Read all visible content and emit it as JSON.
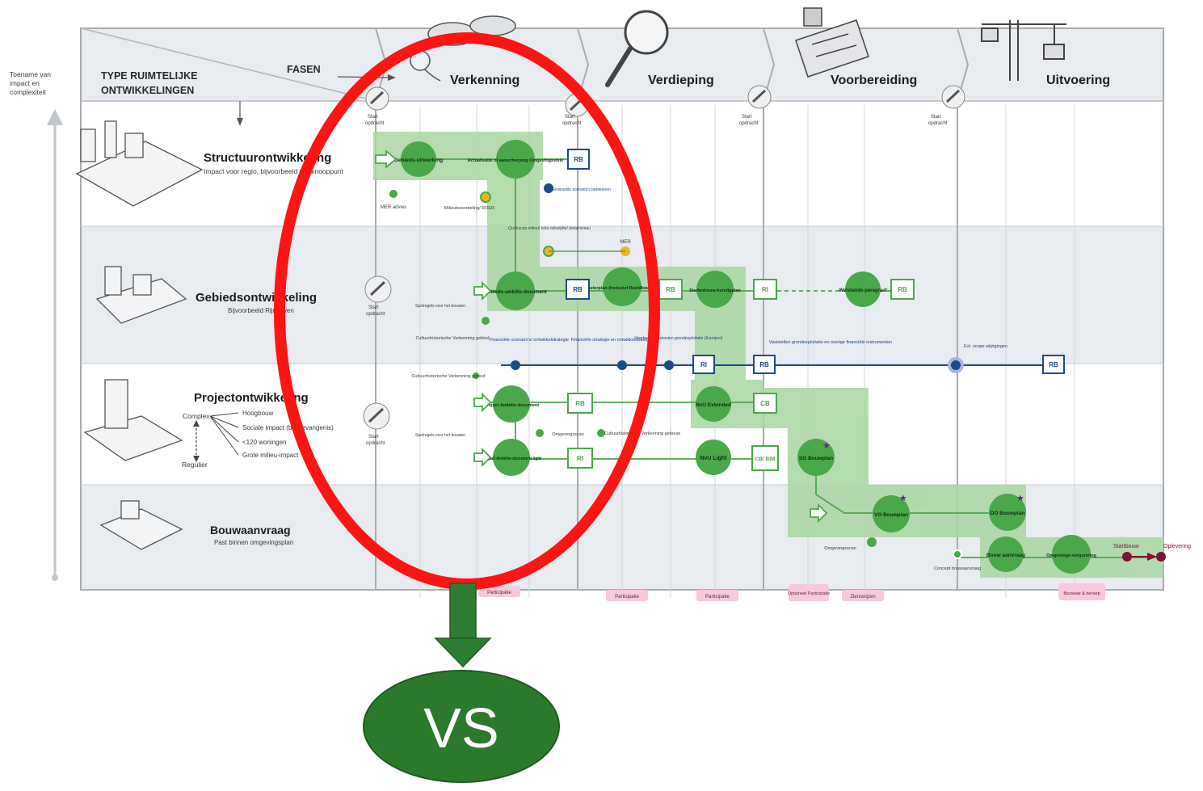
{
  "axis": {
    "vertical_label": [
      "Toename van",
      "impact en",
      "complexiteit"
    ]
  },
  "header": {
    "type_label": [
      "TYPE RUIMTELIJKE",
      "ONTWIKKELINGEN"
    ],
    "phases_label": "FASEN"
  },
  "phases": [
    "Verkenning",
    "Verdieping",
    "Voorbereiding",
    "Uitvoering"
  ],
  "start_label": [
    "Start",
    "opdracht"
  ],
  "lanes": [
    {
      "title": "Structuurontwikkeling",
      "subtitle": "Impact voor regio, bijvoorbeeld OV knooppunt"
    },
    {
      "title": "Gebiedsontwikkeling",
      "subtitle": "Bijvoorbeeld Rijnhaven"
    },
    {
      "title": "Projectontwikkeling",
      "subtitle": ""
    },
    {
      "title": "Bouwaanvraag",
      "subtitle": "Past binnen omgevingsplan"
    }
  ],
  "project_criteria": {
    "top": "Complex",
    "bottom": "Regulier",
    "items": [
      "Hoogbouw",
      "Sociale impact (bv. gevangenis)",
      "<120 woningen",
      "Grote milieu-impact"
    ]
  },
  "nodes": {
    "gebiedsuitwerking": "Gebieds-uitwerking",
    "actualisatie": "Actualisatie of aanscherping Omgevingsvisie",
    "gebieds_ambitie": "Gebieds-ambitie-document",
    "masterplan": "Masterplan (inclusief Beeldkwaliteit)",
    "stedenbouwkundig": "Stedenbouw-kundigplan",
    "welstand": "Welstands-paragraaf",
    "project_ambitie": "Project Ambitie-document",
    "project_ambitie_light": "Project Ambitie-document light",
    "nvu_extended": "NvU Extended",
    "nvu_light": "NvU Light",
    "so_bouwplan": "SO Bouwplan",
    "vo_bouwplan": "VO Bouwplan",
    "do_bouwplan": "DO Bouwplan",
    "bouwaanvraag": "Bouw aanvraag",
    "omgevingsvergunning": "Omgevings-vergunning"
  },
  "boxes": {
    "rb": "RB",
    "ri": "RI",
    "cb": "CB",
    "cb_bim": "CB/ BIM"
  },
  "notes": {
    "mer_advies": "MER advies",
    "milieubeoordeling": "Milieubeoordeling/ ROER",
    "financiele_scenarios_berekenen": "Financiële scenario's berekenen",
    "quickscan": "Quickscan milieu/ nota reikwijdte/ detailniveau",
    "mer": "MER",
    "cultuurhistorische_gebied": "Cultuurhistorische Verkenning gebied",
    "financiele_scenarios": "Financiële scenario's/ ontwikkelstrategie",
    "financiele_strategie": "Financiële strategie en ontwikkelstrategie",
    "voorbereidingskosten": "Voorbereidingskosten grondexploitatie (A project)",
    "vaststellen_grex": "Vaststellen grondexploitatie en overige financiële instrumenten",
    "evt_scope": "Evt. scope wijzigingen",
    "spelregels": "Spelregels voor het bouwen",
    "cultuurhistorische_project": "Cultuurhistorische Verkenning gebied",
    "omgevingsscan": "Omgevingsscan",
    "cultuurhistorische_gebouw": "Cultuurhistorische Verkenning gebouw",
    "omgevingsscan_bouw": "Omgevingsscan",
    "concept_bouwaanvraag": "Concept bouwaanvraag",
    "startbouw": "Startbouw",
    "oplevering": "Oplevering"
  },
  "bottom_tags": [
    "Participatie",
    "Participatie",
    "Participatie",
    "Optioneel Participatie",
    "Zienswijzen",
    "Bezwaar & beroep"
  ],
  "overlay": {
    "label": "VS",
    "ellipse_color": "#ff1414",
    "arrow_color": "#2e7d32",
    "oval_color": "#2b7a2b"
  },
  "colors": {
    "green": "#4aa84a",
    "green_band": "#a9d6a2",
    "blue": "#1c4a8f",
    "yellow": "#f0b41e",
    "magenta": "#7a1535",
    "pink_tag": "#f6c9dd"
  }
}
